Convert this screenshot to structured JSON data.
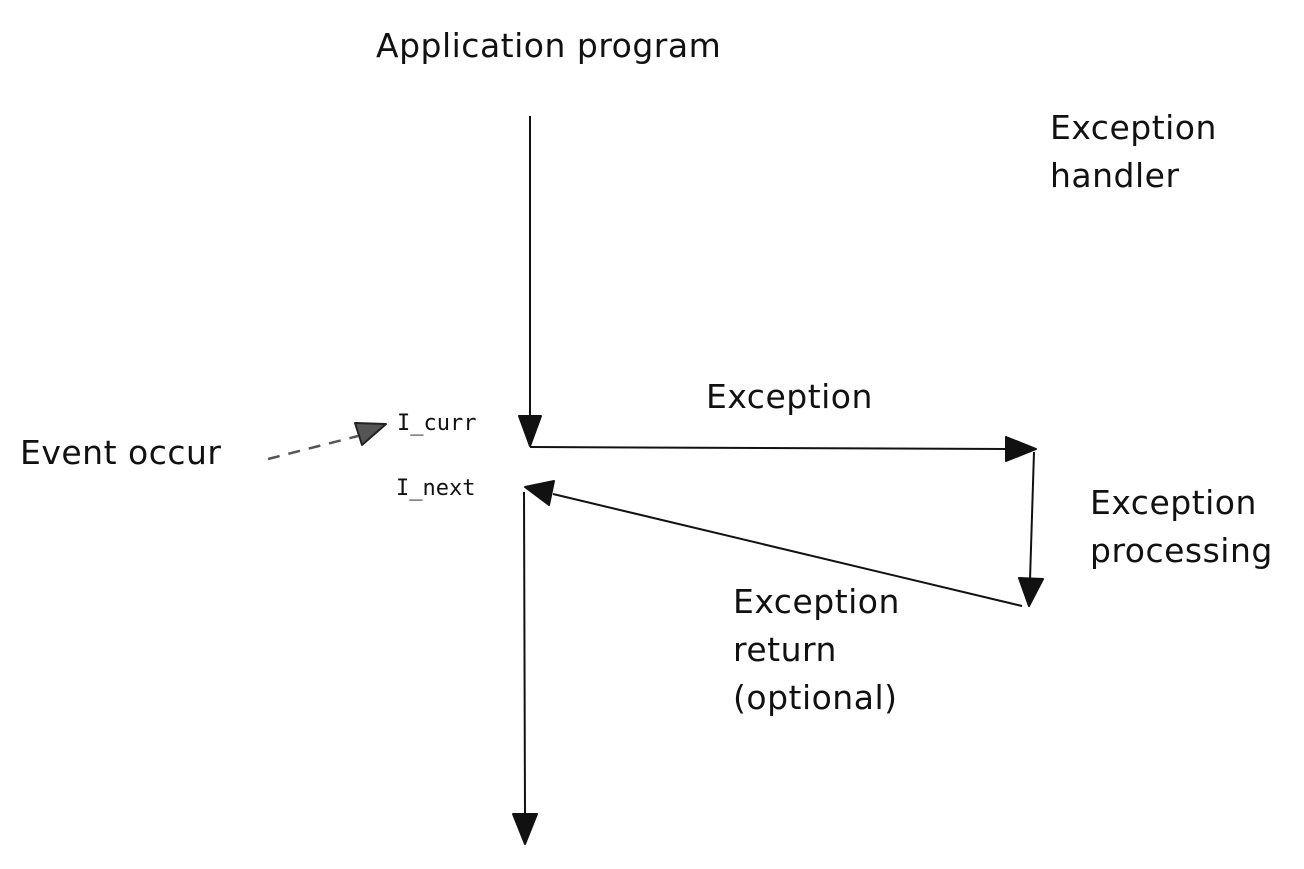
{
  "labels": {
    "application_program": "Application program",
    "exception_handler_line1": "Exception",
    "exception_handler_line2": "handler",
    "event_occur": "Event occur",
    "i_curr": "I_curr",
    "i_next": "I_next",
    "exception": "Exception",
    "exception_processing_line1": "Exception",
    "exception_processing_line2": "processing",
    "exception_return_line1": "Exception",
    "exception_return_line2": "return",
    "exception_return_line3": "(optional)"
  },
  "colors": {
    "stroke": "#111111",
    "dashed_arrow": "#555555",
    "background": "#ffffff"
  }
}
